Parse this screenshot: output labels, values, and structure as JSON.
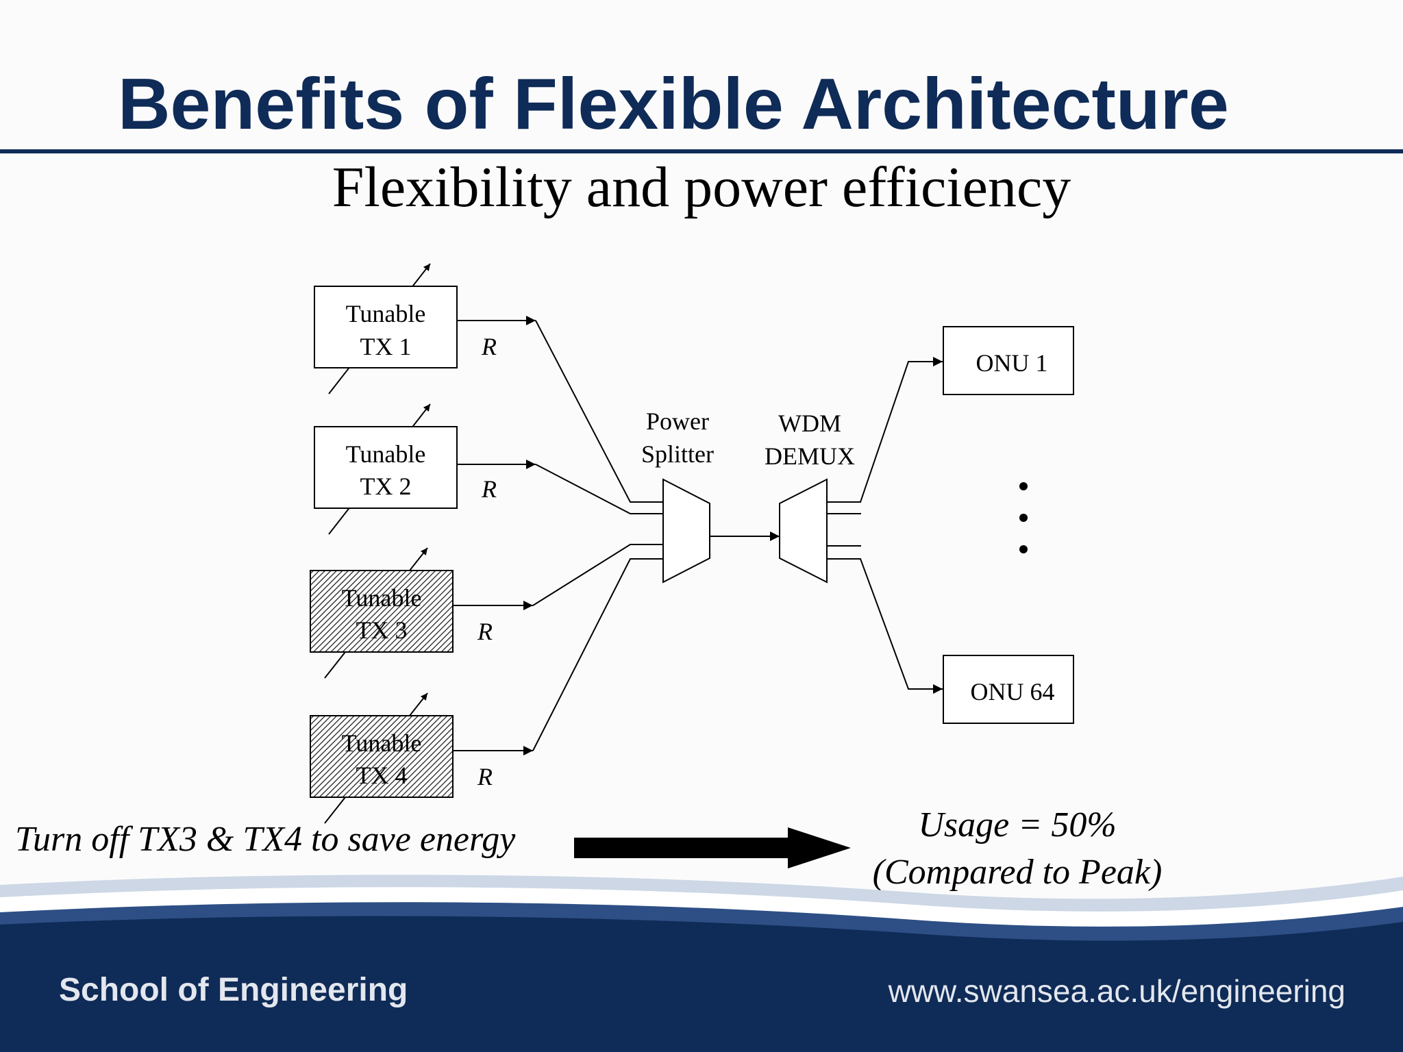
{
  "slide": {
    "title": "Benefits of Flexible Architecture",
    "subtitle": "Flexibility and power efficiency"
  },
  "diagram": {
    "transmitters": [
      {
        "line1": "Tunable",
        "line2": "TX 1",
        "rate": "R",
        "state": "on"
      },
      {
        "line1": "Tunable",
        "line2": "TX 2",
        "rate": "R",
        "state": "on"
      },
      {
        "line1": "Tunable",
        "line2": "TX 3",
        "rate": "R",
        "state": "off"
      },
      {
        "line1": "Tunable",
        "line2": "TX 4",
        "rate": "R",
        "state": "off"
      }
    ],
    "splitter": {
      "line1": "Power",
      "line2": "Splitter"
    },
    "demux": {
      "line1": "WDM",
      "line2": "DEMUX"
    },
    "onus": [
      {
        "label": "ONU 1"
      },
      {
        "label": "ONU 64"
      }
    ]
  },
  "notes": {
    "action": "Turn off TX3 & TX4 to save energy",
    "usage_line1": "Usage = 50%",
    "usage_line2": "(Compared to Peak)"
  },
  "footer": {
    "left": "School of Engineering",
    "right": "www.swansea.ac.uk/engineering"
  },
  "colors": {
    "brand_navy": "#0f2b57",
    "footer_text": "#e3e7ee"
  }
}
